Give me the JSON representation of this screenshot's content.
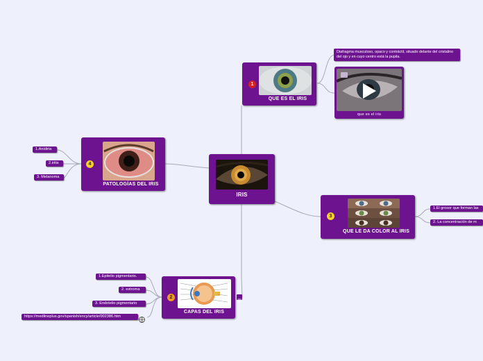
{
  "central": {
    "title": "IRIS"
  },
  "nodes": {
    "que_es": {
      "number": "1",
      "title": "QUE ES EL IRIS"
    },
    "capas": {
      "number": "2",
      "title": "CAPAS DEL IRIS"
    },
    "color": {
      "number": "3",
      "title": "QUE LE DA COLOR AL IRIS"
    },
    "patologias": {
      "number": "4",
      "title": "PATOLOGÍAS DEL IRIS"
    }
  },
  "que_es_children": {
    "description": "Diafragma musculoso, opaco y contráctil, situado delante del cristalino del ojo y en cuyo centro está la pupila.",
    "video_caption": "que es el iris"
  },
  "capas_children": [
    "1.Epitelio pigmentario.",
    "2. estroma",
    "3. Endotelio pigmentario",
    "https://medlineplus.gov/spanish/ency/article/002386.htm"
  ],
  "color_children": [
    "1.El grosor que forman las",
    "2. La concentración de m"
  ],
  "patologias_children": [
    "1.Anidiria",
    "2.iritis",
    "3. Melanoma"
  ],
  "colors": {
    "node": "#6d138f",
    "background": "#eef1fb",
    "link": "#a8a8b8",
    "badge_red": "#d42020",
    "badge_orange": "#f19a23",
    "badge_yellow": "#f5cf2a"
  },
  "icons": {
    "capas_link": "globe-link-icon",
    "capas_note": "note-icon",
    "video": "play-icon"
  }
}
